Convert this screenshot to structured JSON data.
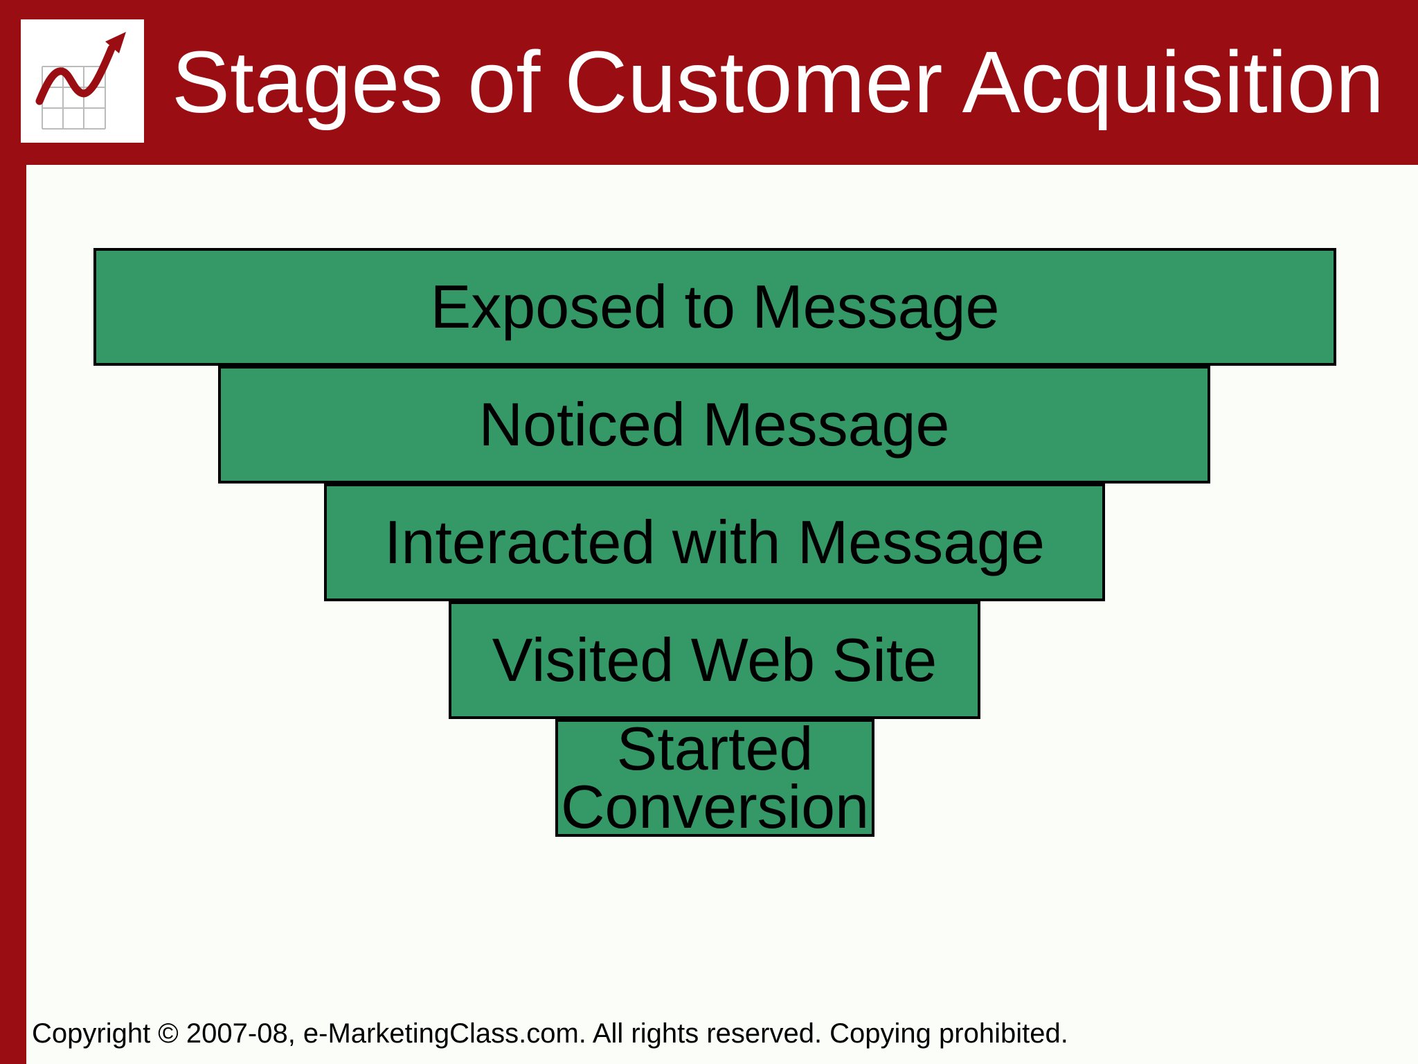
{
  "header": {
    "title": "Stages of Customer Acquisition",
    "logo_icon": "line-chart-trend-icon"
  },
  "funnel": {
    "type": "funnel",
    "stages": [
      {
        "label": "Exposed to Message"
      },
      {
        "label": "Noticed Message"
      },
      {
        "label": "Interacted with Message"
      },
      {
        "label": "Visited Web Site"
      },
      {
        "label": "Started Conversion"
      }
    ]
  },
  "footer": {
    "copyright": "Copyright © 2007-08, e-MarketingClass.com. All rights reserved. Copying prohibited."
  },
  "colors": {
    "accent_red": "#9A0E13",
    "stage_green": "#349967",
    "stage_border": "#000000",
    "title_text": "#FFFFFF",
    "body_text": "#000000",
    "background": "#FBFDF8",
    "logo_grid_gray": "#B9BCB9"
  }
}
